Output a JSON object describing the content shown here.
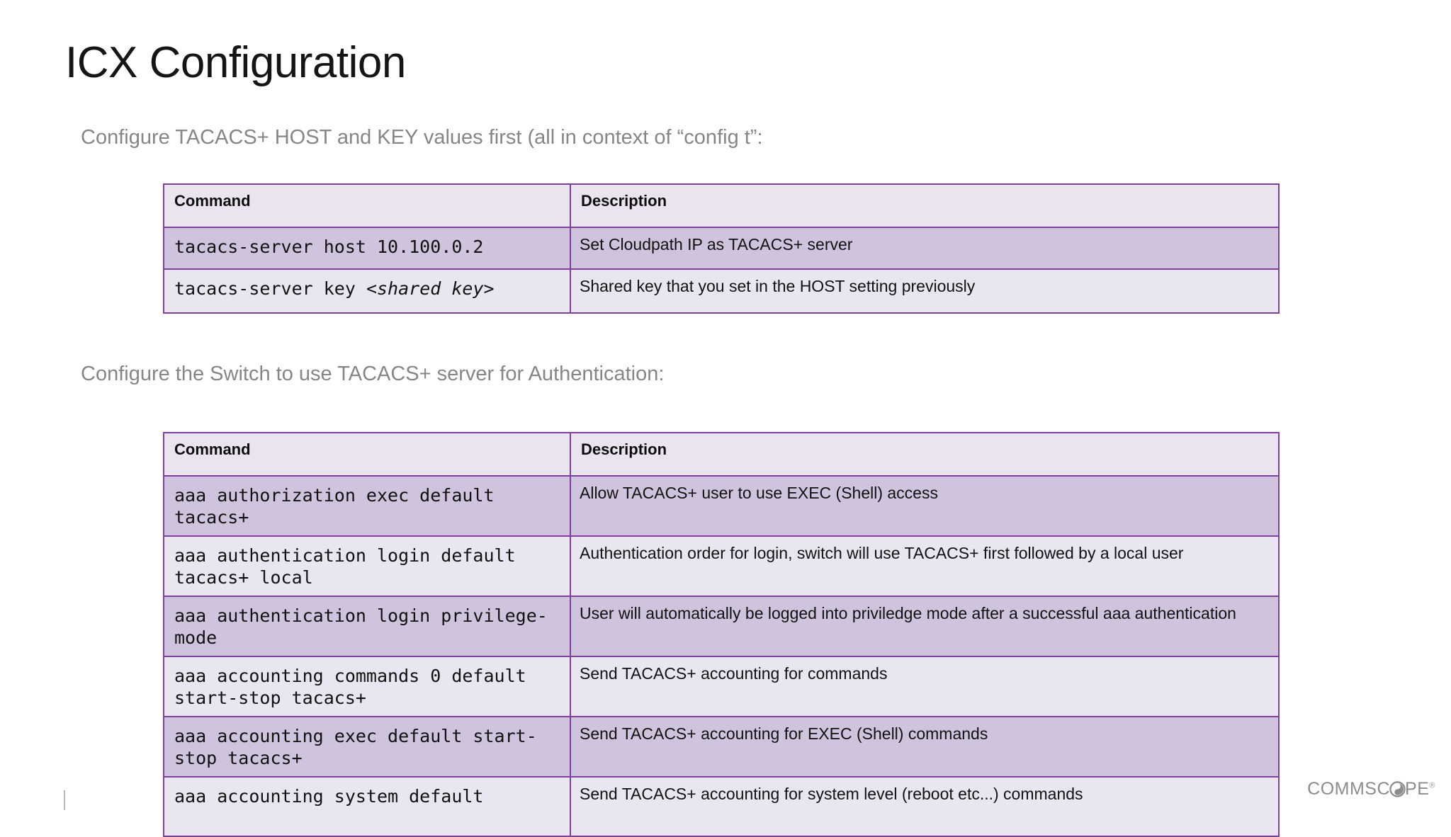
{
  "slide": {
    "title": "ICX Configuration",
    "lead_1": "Configure TACACS+ HOST and KEY values first (all in context of “config t”:",
    "lead_2": "Configure the Switch to use TACACS+ server for Authentication:"
  },
  "table_host_key": {
    "headers": {
      "command": "Command",
      "description": "Description"
    },
    "rows": [
      {
        "command_pre": "tacacs-server host 10.100.0.2",
        "command_em": "",
        "description": "Set Cloudpath IP as TACACS+ server",
        "shaded": true
      },
      {
        "command_pre": "tacacs-server key ",
        "command_em": "<shared key>",
        "description": "Shared key that you set in the HOST setting previously",
        "shaded": false
      }
    ]
  },
  "table_auth": {
    "headers": {
      "command": "Command",
      "description": "Description"
    },
    "rows": [
      {
        "command_pre": "aaa authorization exec default tacacs+",
        "command_em": "",
        "description": "Allow TACACS+ user to use EXEC (Shell) access",
        "shaded": true
      },
      {
        "command_pre": "aaa authentication login default tacacs+ local",
        "command_em": "",
        "description": "Authentication order for login, switch will use TACACS+ first followed by a local user",
        "shaded": false
      },
      {
        "command_pre": "aaa authentication login privilege-mode",
        "command_em": "",
        "description": "User will automatically be logged into priviledge mode after a successful aaa authentication",
        "shaded": true
      },
      {
        "command_pre": "aaa accounting commands 0 default start-stop tacacs+",
        "command_em": "",
        "description": "Send TACACS+ accounting for commands",
        "shaded": false
      },
      {
        "command_pre": "aaa accounting exec default start-stop tacacs+",
        "command_em": "",
        "description": "Send TACACS+ accounting for EXEC (Shell) commands",
        "shaded": true
      },
      {
        "command_pre": "aaa accounting system default",
        "command_em": "",
        "description": "Send TACACS+ accounting for system level (reboot etc...) commands",
        "shaded": false
      }
    ]
  },
  "footer": {
    "logo_part_1": "COMMSC",
    "logo_part_2": "PE",
    "logo_registered": "®"
  },
  "colors": {
    "table_border": "#7f3f9e",
    "row_shaded": "#cfc3de",
    "row_plain": "#eae6f1",
    "header_fill": "#e9e4f0",
    "lead_text": "#868686",
    "title_text": "#151515",
    "logo_gray": "#8d8d8d"
  }
}
